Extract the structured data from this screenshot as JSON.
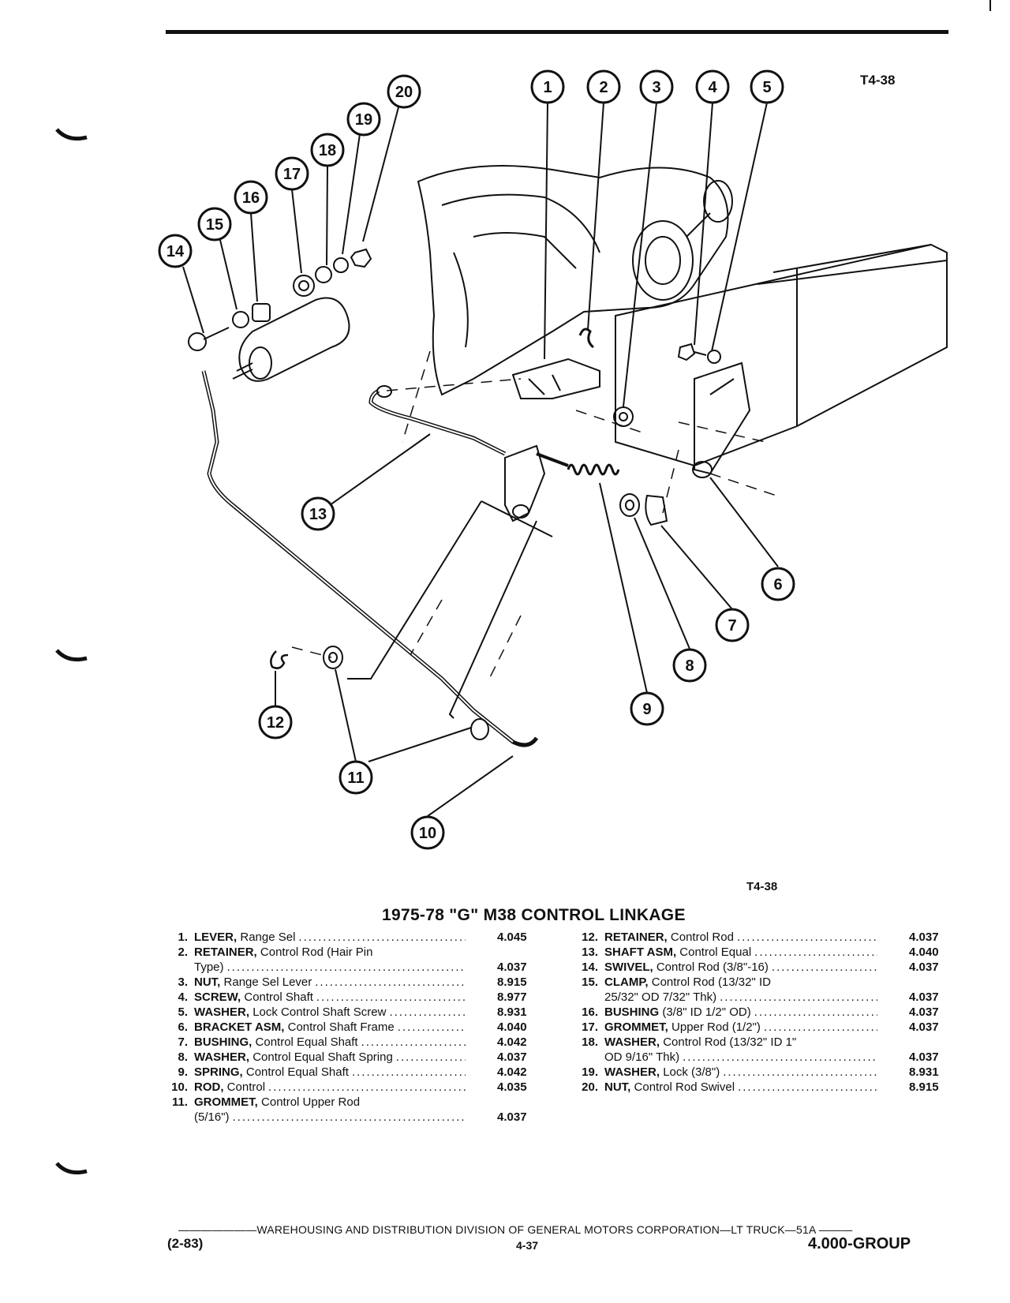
{
  "figure_code": "T4-38",
  "section_title": "1975-78 \"G\" M38 CONTROL LINKAGE",
  "callouts": [
    "1",
    "2",
    "3",
    "4",
    "5",
    "6",
    "7",
    "8",
    "9",
    "10",
    "11",
    "12",
    "13",
    "14",
    "15",
    "16",
    "17",
    "18",
    "19",
    "20"
  ],
  "parts_left": [
    {
      "num": "1.",
      "name": "LEVER,",
      "desc": "Range Sel",
      "group": "4.045"
    },
    {
      "num": "2.",
      "name": "RETAINER,",
      "desc": "Control Rod (Hair Pin",
      "cont": "Type)",
      "group": "4.037"
    },
    {
      "num": "3.",
      "name": "NUT,",
      "desc": "Range Sel Lever",
      "group": "8.915"
    },
    {
      "num": "4.",
      "name": "SCREW,",
      "desc": "Control Shaft",
      "group": "8.977"
    },
    {
      "num": "5.",
      "name": "WASHER,",
      "desc": "Lock Control Shaft Screw",
      "group": "8.931"
    },
    {
      "num": "6.",
      "name": "BRACKET ASM,",
      "desc": "Control Shaft Frame",
      "group": "4.040"
    },
    {
      "num": "7.",
      "name": "BUSHING,",
      "desc": "Control Equal Shaft",
      "group": "4.042"
    },
    {
      "num": "8.",
      "name": "WASHER,",
      "desc": "Control Equal Shaft Spring",
      "group": "4.037"
    },
    {
      "num": "9.",
      "name": "SPRING,",
      "desc": "Control Equal Shaft",
      "group": "4.042"
    },
    {
      "num": "10.",
      "name": "ROD,",
      "desc": "Control",
      "group": "4.035"
    },
    {
      "num": "11.",
      "name": "GROMMET,",
      "desc": "Control Upper Rod",
      "cont": "(5/16\")",
      "group": "4.037"
    }
  ],
  "parts_right": [
    {
      "num": "12.",
      "name": "RETAINER,",
      "desc": "Control Rod",
      "group": "4.037"
    },
    {
      "num": "13.",
      "name": "SHAFT ASM,",
      "desc": "Control Equal",
      "group": "4.040"
    },
    {
      "num": "14.",
      "name": "SWIVEL,",
      "desc": "Control Rod (3/8\"-16)",
      "group": "4.037"
    },
    {
      "num": "15.",
      "name": "CLAMP,",
      "desc": "Control Rod (13/32\" ID",
      "cont": "25/32\" OD 7/32\" Thk)",
      "group": "4.037"
    },
    {
      "num": "16.",
      "name": "BUSHING",
      "desc": "(3/8\" ID 1/2\" OD)",
      "group": "4.037"
    },
    {
      "num": "17.",
      "name": "GROMMET,",
      "desc": "Upper Rod (1/2\")",
      "group": "4.037"
    },
    {
      "num": "18.",
      "name": "WASHER,",
      "desc": "Control Rod (13/32\" ID 1\"",
      "cont": "OD 9/16\" Thk)",
      "group": "4.037"
    },
    {
      "num": "19.",
      "name": "WASHER,",
      "desc": "Lock (3/8\")",
      "group": "8.931"
    },
    {
      "num": "20.",
      "name": "NUT,",
      "desc": "Control Rod Swivel",
      "group": "8.915"
    }
  ],
  "footer": {
    "division": "WAREHOUSING AND DISTRIBUTION DIVISION OF GENERAL MOTORS CORPORATION—LT TRUCK—51A",
    "date": "(2-83)",
    "page": "4-37",
    "group": "4.000-GROUP"
  }
}
